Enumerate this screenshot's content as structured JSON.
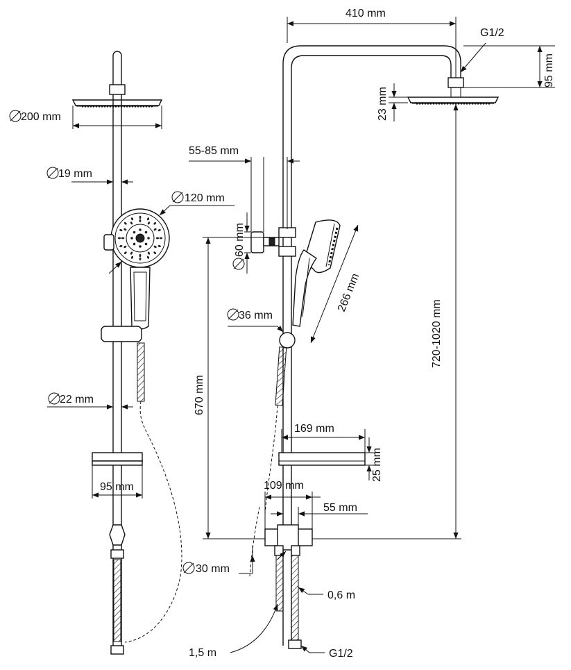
{
  "labels": {
    "width_410": "410 mm",
    "thread_top": "G1/2",
    "height_95": "95 mm",
    "height_23": "23 mm",
    "dia_200": "200 mm",
    "offset_55_85": "55-85 mm",
    "dia_19": "19 mm",
    "dia_120": "120 mm",
    "dia_60": "60 mm",
    "length_266": "266 mm",
    "dia_36": "36 mm",
    "height_720_1020": "720-1020 mm",
    "height_670": "670 mm",
    "dia_22": "22 mm",
    "shelf_169": "169 mm",
    "shelf_25": "25 mm",
    "shelf_95": "95 mm",
    "width_109": "109 mm",
    "width_55": "55 mm",
    "dia_30": "30 mm",
    "hose_06": "0,6 m",
    "hose_15": "1,5 m",
    "thread_bottom": "G1/2"
  }
}
